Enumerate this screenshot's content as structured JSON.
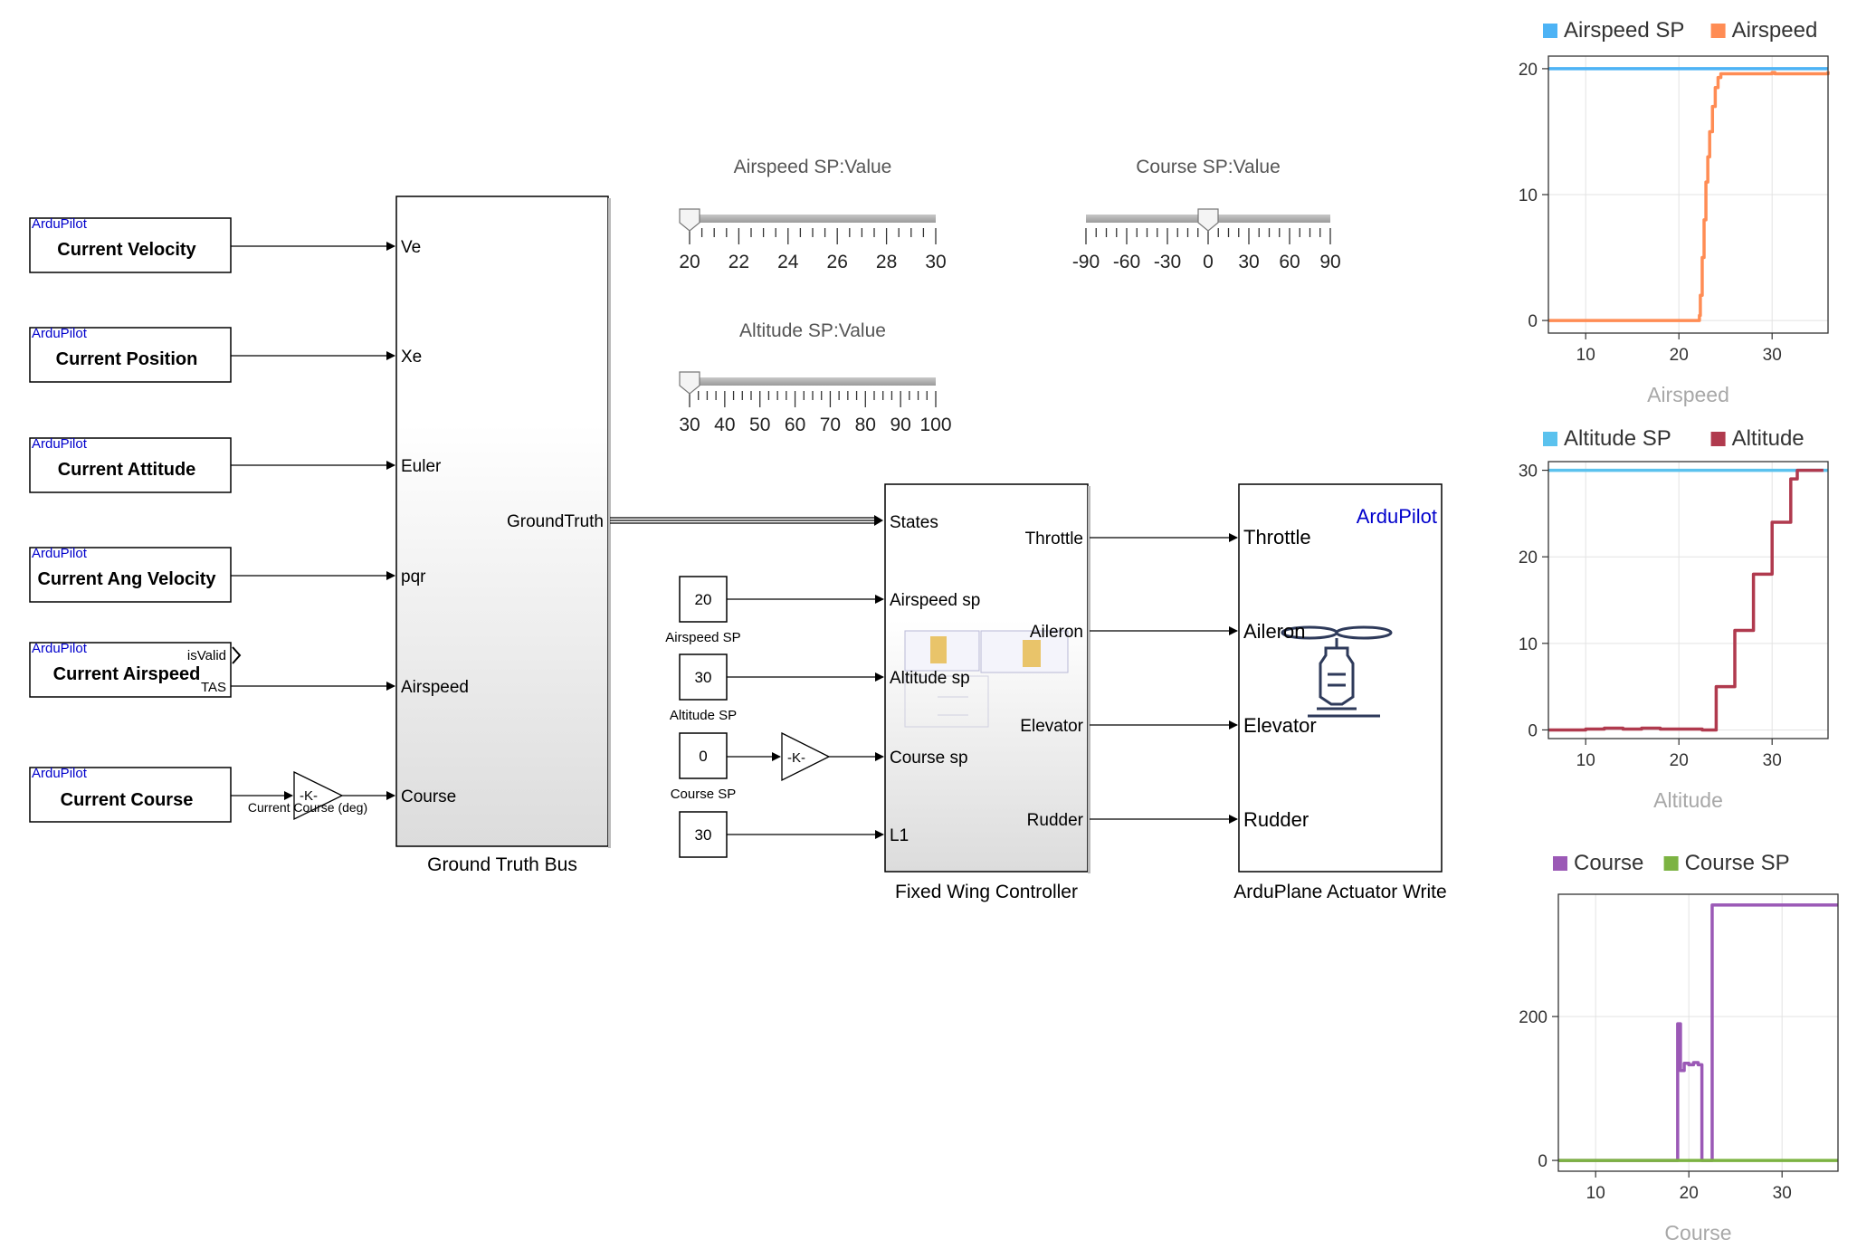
{
  "sources": [
    {
      "tag": "ArduPilot",
      "label": "Current Velocity"
    },
    {
      "tag": "ArduPilot",
      "label": "Current Position"
    },
    {
      "tag": "ArduPilot",
      "label": "Current Attitude"
    },
    {
      "tag": "ArduPilot",
      "label": "Current Ang Velocity"
    },
    {
      "tag": "ArduPilot",
      "label": "Current Airspeed",
      "ports": [
        "isValid",
        "TAS"
      ]
    },
    {
      "tag": "ArduPilot",
      "label": "Current Course"
    }
  ],
  "course_gain": {
    "text": "-K-",
    "label": "Current Course (deg)"
  },
  "ground_truth_bus": {
    "name": "Ground Truth Bus",
    "inputs": [
      "Ve",
      "Xe",
      "Euler",
      "pqr",
      "Airspeed",
      "Course"
    ],
    "output": "GroundTruth"
  },
  "sliders": [
    {
      "title": "Airspeed SP:Value",
      "ticks": [
        "20",
        "22",
        "24",
        "26",
        "28",
        "30"
      ],
      "min": 20,
      "max": 30,
      "value": 20
    },
    {
      "title": "Course SP:Value",
      "ticks": [
        "-90",
        "-60",
        "-30",
        "0",
        "30",
        "60",
        "90"
      ],
      "min": -90,
      "max": 90,
      "value": 0
    },
    {
      "title": "Altitude SP:Value",
      "ticks": [
        "30",
        "40",
        "50",
        "60",
        "70",
        "80",
        "90",
        "100"
      ],
      "min": 30,
      "max": 100,
      "value": 30
    }
  ],
  "constants": [
    {
      "value": "20",
      "label": "Airspeed SP"
    },
    {
      "value": "30",
      "label": "Altitude SP"
    },
    {
      "value": "0",
      "label": "Course SP"
    },
    {
      "value": "30",
      "label": ""
    }
  ],
  "course_sp_gain": {
    "text": "-K-"
  },
  "controller": {
    "name": "Fixed Wing Controller",
    "inputs": [
      "States",
      "Airspeed sp",
      "Altitude sp",
      "Course sp",
      "L1"
    ],
    "outputs": [
      "Throttle",
      "Aileron",
      "Elevator",
      "Rudder"
    ]
  },
  "actuator": {
    "name": "ArduPlane Actuator Write",
    "tag": "ArduPilot",
    "inputs": [
      "Throttle",
      "Aileron",
      "Elevator",
      "Rudder"
    ]
  },
  "chart_data": [
    {
      "type": "line",
      "xlabel": "Airspeed",
      "xlim": [
        6,
        36
      ],
      "ylim": [
        -1,
        21
      ],
      "xticks": [
        10,
        20,
        30
      ],
      "yticks": [
        0,
        10,
        20
      ],
      "grid": true,
      "legend": "top",
      "series": [
        {
          "name": "Airspeed SP",
          "color": "#4DB3F5",
          "points": [
            [
              6,
              20
            ],
            [
              36,
              20
            ]
          ]
        },
        {
          "name": "Airspeed",
          "color": "#FF8C54",
          "points": [
            [
              6,
              0
            ],
            [
              22,
              0
            ],
            [
              22.2,
              0.4
            ],
            [
              22.3,
              2
            ],
            [
              22.5,
              5
            ],
            [
              22.7,
              8
            ],
            [
              22.9,
              11
            ],
            [
              23.1,
              13
            ],
            [
              23.3,
              15
            ],
            [
              23.6,
              17
            ],
            [
              23.9,
              18.5
            ],
            [
              24.2,
              19.3
            ],
            [
              24.5,
              19.6
            ],
            [
              30,
              19.7
            ],
            [
              30.3,
              19.6
            ],
            [
              36,
              19.8
            ]
          ]
        }
      ]
    },
    {
      "type": "line",
      "xlabel": "Altitude",
      "xlim": [
        6,
        36
      ],
      "ylim": [
        -1,
        31
      ],
      "xticks": [
        10,
        20,
        30
      ],
      "yticks": [
        0,
        10,
        20,
        30
      ],
      "grid": true,
      "legend": "top",
      "series": [
        {
          "name": "Altitude SP",
          "color": "#5BC2EE",
          "points": [
            [
              6,
              30
            ],
            [
              36,
              30
            ]
          ]
        },
        {
          "name": "Altitude",
          "color": "#B03A4E",
          "points": [
            [
              6,
              0
            ],
            [
              10,
              0.1
            ],
            [
              12,
              0.2
            ],
            [
              14,
              0.1
            ],
            [
              16,
              0.2
            ],
            [
              18,
              0.1
            ],
            [
              22.5,
              0
            ],
            [
              24,
              5
            ],
            [
              26,
              11.5
            ],
            [
              28,
              18
            ],
            [
              30,
              24
            ],
            [
              32,
              29
            ],
            [
              32.7,
              30
            ],
            [
              35.5,
              30
            ]
          ]
        }
      ]
    },
    {
      "type": "line",
      "xlabel": "Course",
      "xlim": [
        6,
        36
      ],
      "ylim": [
        -15,
        370
      ],
      "xticks": [
        10,
        20,
        30
      ],
      "yticks": [
        0,
        200
      ],
      "grid": true,
      "legend": "top",
      "series": [
        {
          "name": "Course",
          "color": "#9B59B6",
          "points": [
            [
              6,
              0
            ],
            [
              18.7,
              0
            ],
            [
              18.8,
              190
            ],
            [
              19.1,
              125
            ],
            [
              19.5,
              135
            ],
            [
              20,
              133
            ],
            [
              20.5,
              136
            ],
            [
              21,
              133
            ],
            [
              21.3,
              133
            ],
            [
              21.4,
              0
            ],
            [
              22.4,
              0
            ],
            [
              22.5,
              355
            ],
            [
              36,
              355
            ]
          ]
        },
        {
          "name": "Course SP",
          "color": "#7CB342",
          "points": [
            [
              6,
              0
            ],
            [
              36,
              0
            ]
          ]
        }
      ]
    }
  ]
}
